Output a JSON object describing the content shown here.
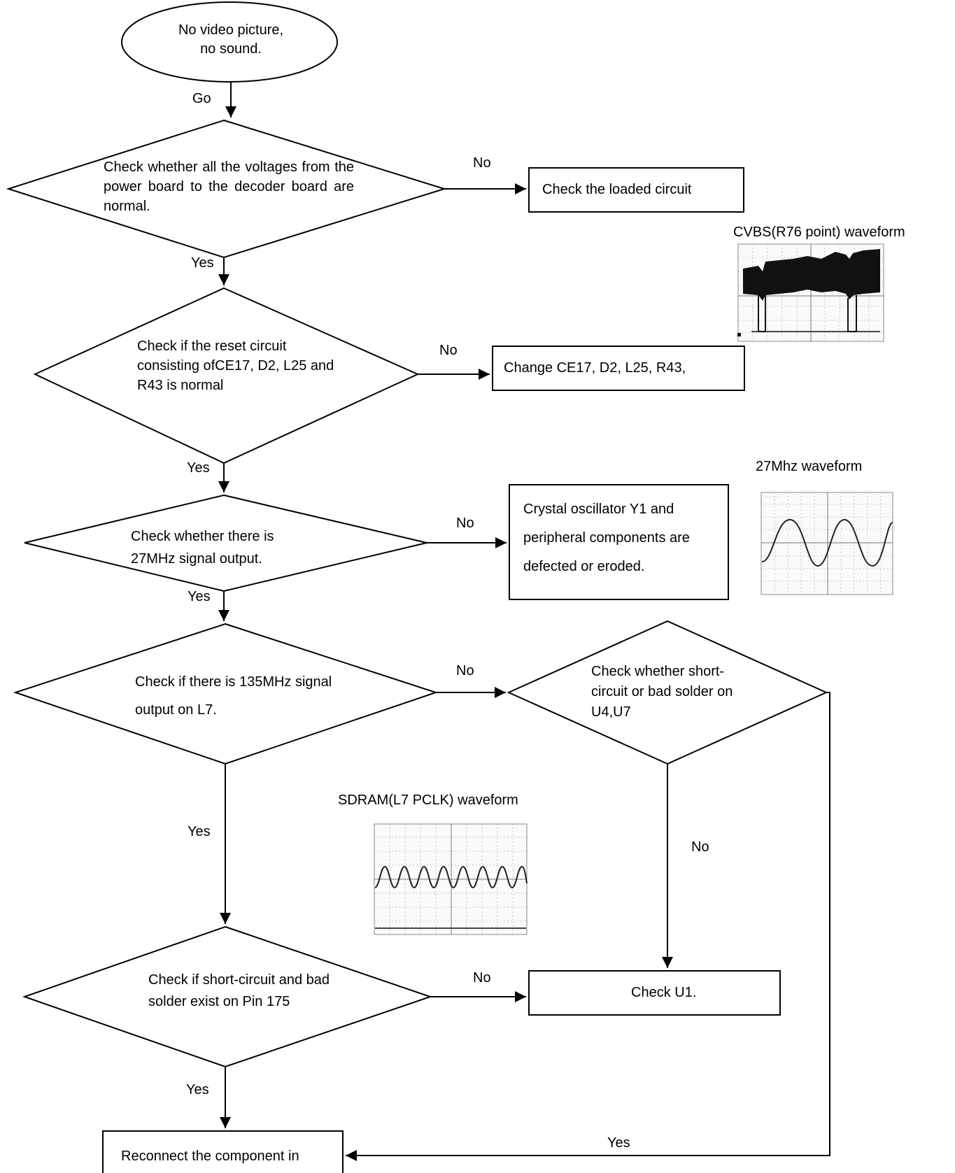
{
  "start": {
    "text": "No video picture,\nno sound."
  },
  "labels": {
    "go": "Go",
    "no1": "No",
    "yes1": "Yes",
    "no2": "No",
    "yes2": "Yes",
    "no3": "No",
    "yes3": "Yes",
    "no4": "No",
    "yes4": "Yes",
    "no5": "No",
    "yes5": "Yes",
    "no6": "No",
    "yes6": "Yes"
  },
  "decisions": {
    "d1": "Check whether all the voltages from the power board to the decoder board are normal.",
    "d2": "Check if the reset circuit consisting ofCE17, D2, L25 and R43 is normal",
    "d3": "Check whether there is 27MHz signal output.",
    "d4": "Check if there is 135MHz signal output on L7.",
    "d5": "Check whether short-circuit or bad solder on U4,U7",
    "d6": "Check if short-circuit and bad solder exist on Pin 175"
  },
  "actions": {
    "a1": "Check the loaded circuit",
    "a2": "Change CE17, D2, L25, R43,",
    "a3": "Crystal oscillator Y1 and peripheral components are defected or eroded.",
    "a4": "Check U1.",
    "a5": "Reconnect the component in"
  },
  "waveforms": {
    "cvbs": "CVBS(R76 point) waveform",
    "osc27": "27Mhz waveform",
    "sdram": "SDRAM(L7 PCLK) waveform"
  }
}
